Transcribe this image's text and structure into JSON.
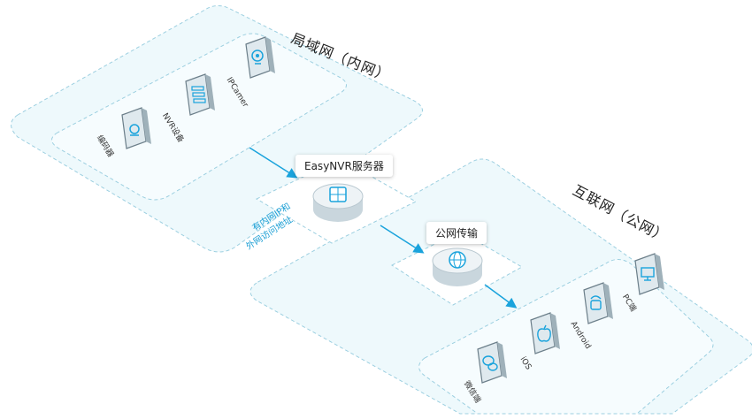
{
  "zones": {
    "lan": {
      "title": "局域网（内网）"
    },
    "internet": {
      "title": "互联网（公网）"
    }
  },
  "servers": {
    "easynvr": {
      "label": "EasyNVR服务器"
    },
    "public": {
      "label": "公网传输"
    }
  },
  "lan_devices": [
    {
      "label": "编码器",
      "icon": "encoder-icon"
    },
    {
      "label": "NVR设备",
      "icon": "nvr-icon"
    },
    {
      "label": "IPCamer",
      "icon": "camera-icon"
    }
  ],
  "client_devices": [
    {
      "label": "微信端",
      "icon": "wechat-icon"
    },
    {
      "label": "iOS",
      "icon": "apple-icon"
    },
    {
      "label": "Android",
      "icon": "android-icon"
    },
    {
      "label": "PC端",
      "icon": "monitor-icon"
    }
  ],
  "annotation": {
    "line1": "有内网IP和",
    "line2": "外网访问地址"
  },
  "colors": {
    "zone_fill": "#eef9fc",
    "zone_stroke": "#9ccfe0",
    "arrow": "#1aa3dc",
    "device_face": "#dfe9ee"
  }
}
